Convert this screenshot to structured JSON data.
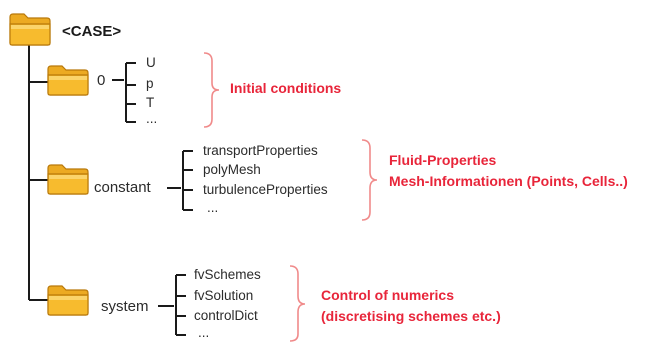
{
  "root": {
    "label": "<CASE>"
  },
  "folders": [
    {
      "name": "0",
      "files": [
        "U",
        "p",
        "T",
        "..."
      ],
      "note": [
        "Initial conditions"
      ]
    },
    {
      "name": "constant",
      "files": [
        "transportProperties",
        "polyMesh",
        "turbulenceProperties",
        "..."
      ],
      "note": [
        "Fluid-Properties",
        "Mesh-Informationen (Points, Cells..)"
      ]
    },
    {
      "name": "system",
      "files": [
        "fvSchemes",
        "fvSolution",
        "controlDict",
        "..."
      ],
      "note": [
        "Control of numerics",
        "(discretising schemes etc.)"
      ]
    }
  ],
  "colors": {
    "folder": "#f7bb2e",
    "folder_shade": "#e09a14",
    "folder_tab": "#ecaa22",
    "tree_line": "#1a1a1a",
    "note_text": "#e8253a",
    "brace": "#f08a8a"
  },
  "icons": {
    "folder": "folder-icon"
  }
}
